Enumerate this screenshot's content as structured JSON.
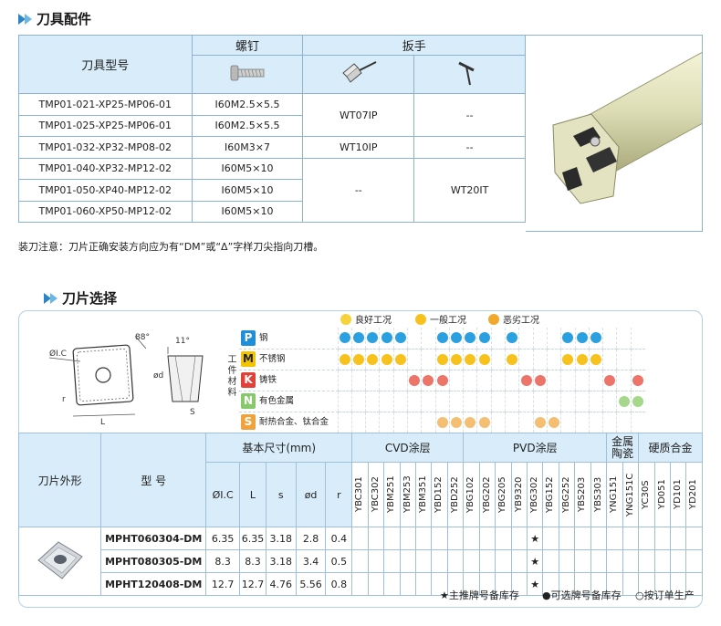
{
  "section1": {
    "title": "刀具配件",
    "headers": {
      "model": "刀具型号",
      "screw": "螺钉",
      "wrench": "扳手"
    },
    "rows": [
      {
        "model": "TMP01-021-XP25-MP06-01",
        "screw": "I60M2.5×5.5"
      },
      {
        "model": "TMP01-025-XP25-MP06-01",
        "screw": "I60M2.5×5.5"
      },
      {
        "model": "TMP01-032-XP32-MP08-02",
        "screw": "I60M3×7"
      },
      {
        "model": "TMP01-040-XP32-MP12-02",
        "screw": "I60M5×10"
      },
      {
        "model": "TMP01-050-XP40-MP12-02",
        "screw": "I60M5×10"
      },
      {
        "model": "TMP01-060-XP50-MP12-02",
        "screw": "I60M5×10"
      }
    ],
    "wrench1": [
      "WT07IP",
      "WT10IP",
      "--"
    ],
    "wrench2": [
      "--",
      "--",
      "WT20IT"
    ],
    "note": "装刀注意：刀片正确安装方向应为有“DM”或“Δ”字样刀尖指向刀槽。"
  },
  "section2": {
    "title": "刀片选择",
    "legend": [
      "良好工况",
      "一般工况",
      "恶劣工况"
    ],
    "materials_side": "工件材料",
    "materials": [
      {
        "letter": "P",
        "name": "钢",
        "color": "#1e8fd8"
      },
      {
        "letter": "M",
        "name": "不锈钢",
        "color": "#f2c500"
      },
      {
        "letter": "K",
        "name": "铸铁",
        "color": "#e0423a"
      },
      {
        "letter": "N",
        "name": "有色金属",
        "color": "#86c86a"
      },
      {
        "letter": "S",
        "name": "耐热合金、钛合金",
        "color": "#f0a23c"
      }
    ],
    "drawing_labels": {
      "angle1": "88°",
      "angle2": "11°",
      "ic": "ØI.C",
      "d": "ød",
      "r": "r",
      "L": "L",
      "S": "S"
    },
    "table": {
      "shape_header": "刀片外形",
      "model_header": "型 号",
      "dims_header": "基本尺寸(mm)",
      "dims": [
        "ØI.C",
        "L",
        "s",
        "ød",
        "r"
      ],
      "groups": [
        "CVD涂层",
        "PVD涂层",
        "金属陶瓷",
        "硬质合金"
      ],
      "cvd": [
        "YBC301",
        "YBC302",
        "YBM251",
        "YBM253",
        "YBM351",
        "YBD152",
        "YBD252"
      ],
      "pvd": [
        "YBG102",
        "YBG202",
        "YBG205",
        "YB9320",
        "YBG302",
        "YBG152",
        "YBG252",
        "YBS203",
        "YBS303"
      ],
      "cermet": [
        "YNG151",
        "YNG151C"
      ],
      "carbide": [
        "YC30S",
        "YD051",
        "YD101",
        "YD201"
      ],
      "rows": [
        {
          "model": "MPHT060304-DM",
          "ic": "6.35",
          "L": "6.35",
          "s": "3.18",
          "d": "2.8",
          "r": "0.4",
          "mark": "★"
        },
        {
          "model": "MPHT080305-DM",
          "ic": "8.3",
          "L": "8.3",
          "s": "3.18",
          "d": "3.4",
          "r": "0.5",
          "mark": "★"
        },
        {
          "model": "MPHT120408-DM",
          "ic": "12.7",
          "L": "12.7",
          "s": "4.76",
          "d": "5.56",
          "r": "0.8",
          "mark": "★"
        }
      ]
    },
    "footer": [
      "★主推牌号备库存",
      "●可选牌号备库存",
      "○按订单生产"
    ]
  },
  "colors": {
    "header_bg": "#d8ecf9",
    "border": "#8cb3d4",
    "accent": "#2a86c8"
  }
}
